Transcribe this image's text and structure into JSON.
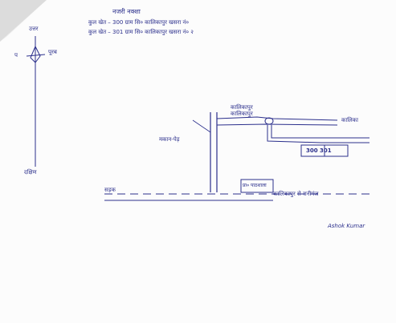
{
  "title": "नजरी नक्शा",
  "header_lines": [
    "कुल खेत – 300 ग्राम सि० कालिकापुर खसरा नं०",
    "कुल खेत – 301 ग्राम सि० कालिकापुर खसरा नं० २"
  ],
  "compass": {
    "north": "उत्तर",
    "south": "दक्षिण",
    "east": "पूरब",
    "west": "प"
  },
  "labels": {
    "kalikapur": "कालिकापुर",
    "kalikapur_road": "कालिकापुर",
    "makaan_road": "मकान-पेड़",
    "road_east": "कालिका",
    "plot_numbers": "300 301",
    "school": "प्रा० पाठशाला",
    "main_road_left": "सड़क",
    "main_road_right": "कालिकापुर से रानीगंज",
    "signature": "Ashok Kumar"
  },
  "colors": {
    "ink": "#2b2f8c",
    "paper": "#fcfcfc"
  }
}
